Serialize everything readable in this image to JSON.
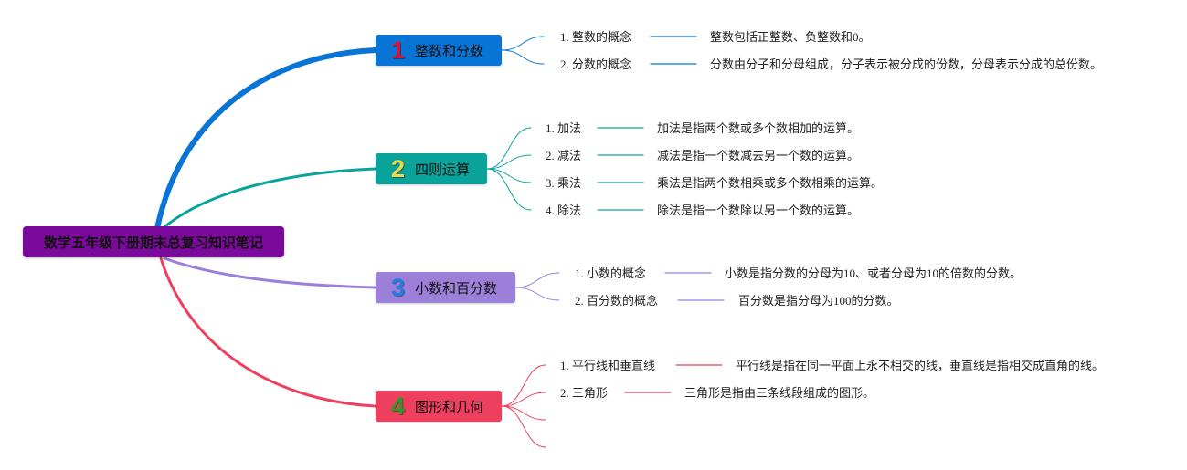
{
  "root": {
    "label": "数学五年级下册期末总复习知识笔记",
    "color": "#7b0a9c"
  },
  "branches": [
    {
      "num": "1",
      "num_color": "#d8143b",
      "label": "整数和分数",
      "color": "#0874d6",
      "items": [
        {
          "label": "1. 整数的概念",
          "desc": "整数包括正整数、负整数和0。"
        },
        {
          "label": "2. 分数的概念",
          "desc": "分数由分子和分母组成，分子表示被分成的份数，分母表示分成的总份数。"
        }
      ]
    },
    {
      "num": "2",
      "num_color": "#f0d84a",
      "label": "四则运算",
      "color": "#0aa39b",
      "items": [
        {
          "label": "1. 加法",
          "desc": "加法是指两个数或多个数相加的运算。"
        },
        {
          "label": "2. 减法",
          "desc": "减法是指一个数减去另一个数的运算。"
        },
        {
          "label": "3. 乘法",
          "desc": "乘法是指两个数相乘或多个数相乘的运算。"
        },
        {
          "label": "4. 除法",
          "desc": "除法是指一个数除以另一个数的运算。"
        }
      ]
    },
    {
      "num": "3",
      "num_color": "#1e7fe0",
      "label": "小数和百分数",
      "color": "#9b7fd9",
      "items": [
        {
          "label": "1. 小数的概念",
          "desc": "小数是指分数的分母为10、或者分母为10的倍数的分数。"
        },
        {
          "label": "2. 百分数的概念",
          "desc": "百分数是指分母为100的分数。"
        }
      ]
    },
    {
      "num": "4",
      "num_color": "#2a9a2a",
      "label": "图形和几何",
      "color": "#ee405e",
      "items": [
        {
          "label": "1. 平行线和垂直线",
          "desc": "平行线是指在同一平面上永不相交的线，垂直线是指相交成直角的线。"
        },
        {
          "label": "2. 三角形",
          "desc": "三角形是指由三条线段组成的图形。"
        },
        {
          "label": "",
          "desc": ""
        },
        {
          "label": "",
          "desc": ""
        }
      ]
    }
  ]
}
